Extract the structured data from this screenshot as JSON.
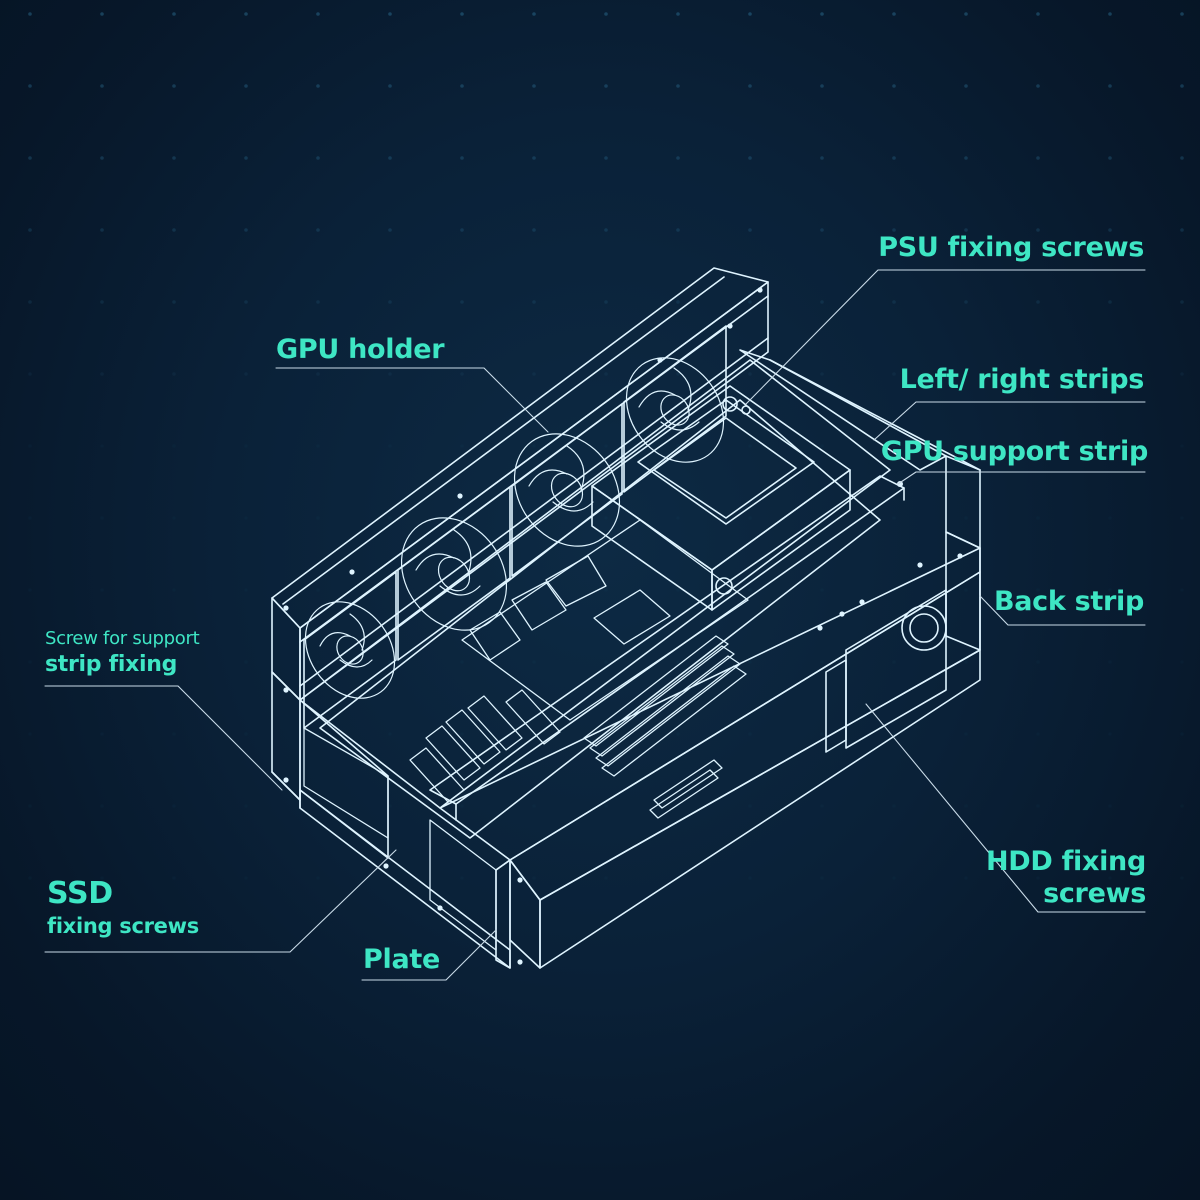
{
  "colors": {
    "accent": "#3ee6c4",
    "line": "#dff4ff",
    "leader": "#c9dbe8",
    "background": "#0a2138"
  },
  "labels": {
    "psu_fixing_screws": "PSU fixing screws",
    "gpu_holder": "GPU holder",
    "left_right_strips": "Left/ right strips",
    "gpu_support_strip": "GPU support strip",
    "back_strip": "Back strip",
    "screw_support_line1": "Screw for support",
    "screw_support_line2": "strip fixing",
    "ssd_line1": "SSD",
    "ssd_line2": "fixing screws",
    "plate": "Plate",
    "hdd_line1": "HDD fixing",
    "hdd_line2": "screws"
  }
}
